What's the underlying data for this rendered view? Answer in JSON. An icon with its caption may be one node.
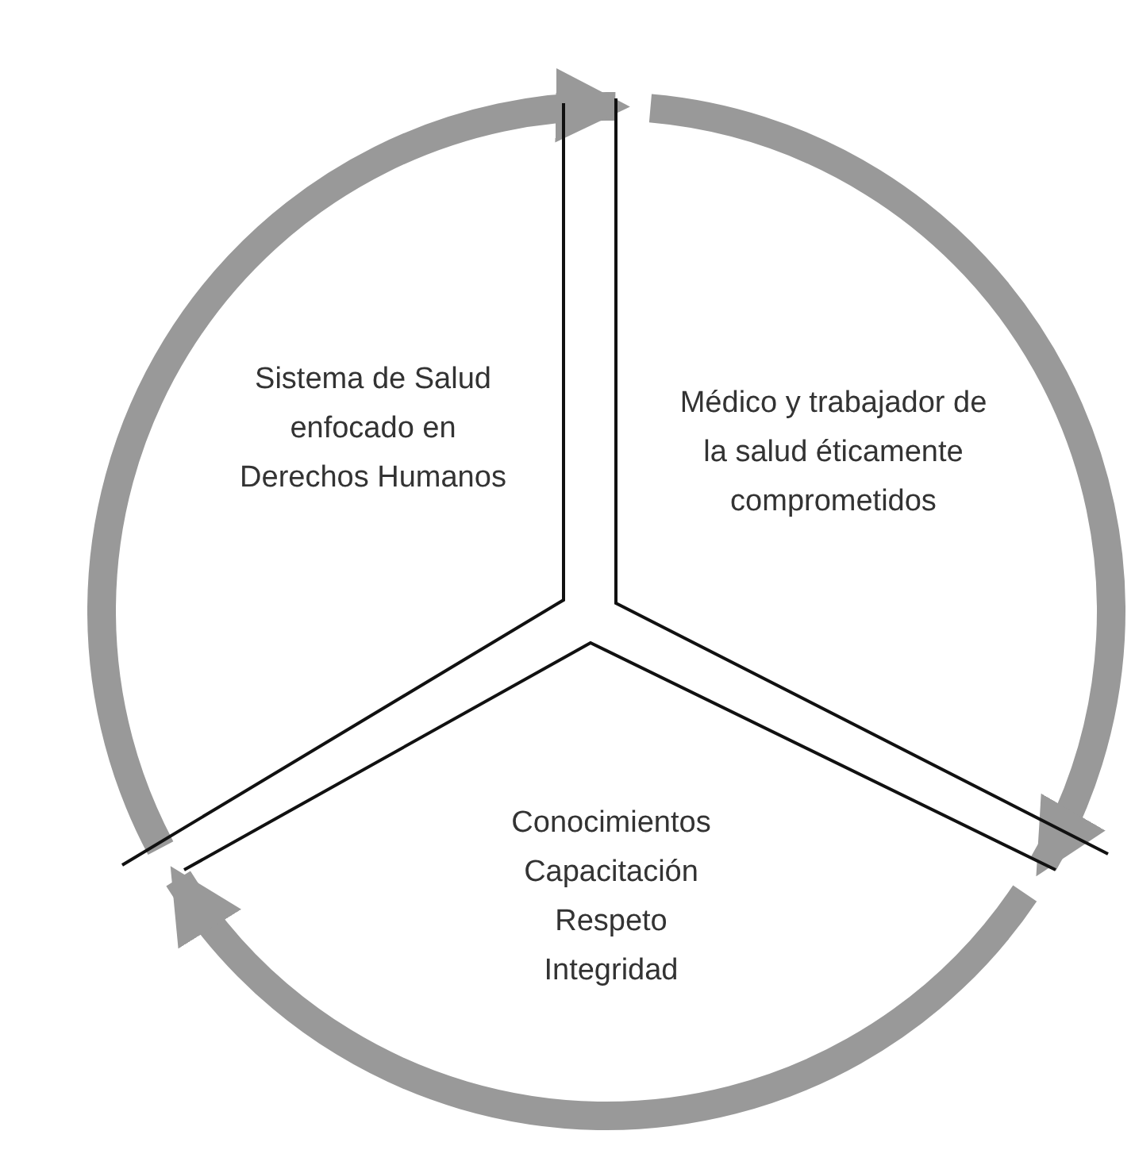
{
  "diagram": {
    "nodes": [
      {
        "text": [
          "Sistema de Salud enfocado en Derechos Humanos"
        ]
      },
      {
        "text": [
          "Médico y trabajador de la salud éticamente comprometidos"
        ]
      },
      {
        "text": [
          "Conocimientos Capacitación Respeto Integridad"
        ]
      }
    ],
    "edges": [
      {
        "from": 0,
        "to": 1,
        "arrow": "to"
      },
      {
        "from": 1,
        "to": 2,
        "arrow": "to"
      },
      {
        "from": 2,
        "to": 0,
        "arrow": "to"
      }
    ]
  }
}
